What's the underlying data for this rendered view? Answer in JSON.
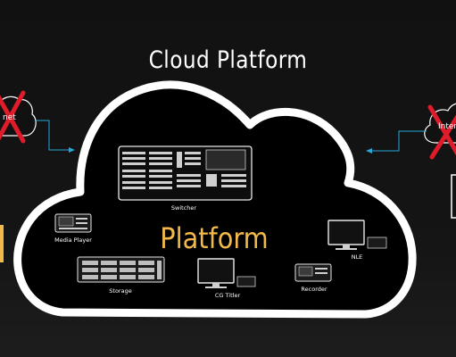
{
  "title": "Cloud Platform",
  "center_label": "Platform",
  "devices": {
    "switcher": "Switcher",
    "media_player": "Media Player",
    "storage": "Storage",
    "cg_titler": "CG Titler",
    "recorder": "Recorder",
    "nle": "NLE"
  },
  "internet_left": "net",
  "internet_right": "Inter",
  "colors": {
    "background": "#111111",
    "cloud_outline": "#ffffff",
    "accent": "#f2b94a",
    "arrow": "#2aa7d8",
    "cross": "#e01b2a"
  }
}
